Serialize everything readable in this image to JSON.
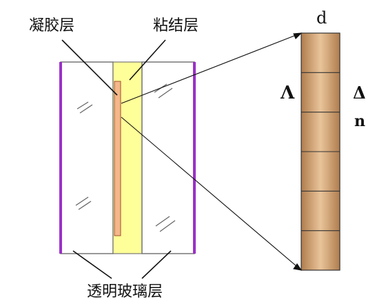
{
  "labels": {
    "gel_layer": "凝胶层",
    "adhesive_layer": "粘结层",
    "glass_layer": "透明玻璃层",
    "thickness": "d",
    "period": "Λ",
    "delta": "Δ",
    "index": "n"
  },
  "colors": {
    "glass_edge": "#9b30c8",
    "glass_fill": "#ffffff",
    "glass_outline": "#777777",
    "adhesive": "#ffff99",
    "gel": "#f4b78a",
    "gel_outline": "#a0522d",
    "stack_light": "#e9c49a",
    "stack_dark": "#b07d4e",
    "stack_outline": "#333333",
    "leader_line": "#111111"
  },
  "stack": {
    "segments": 6
  }
}
